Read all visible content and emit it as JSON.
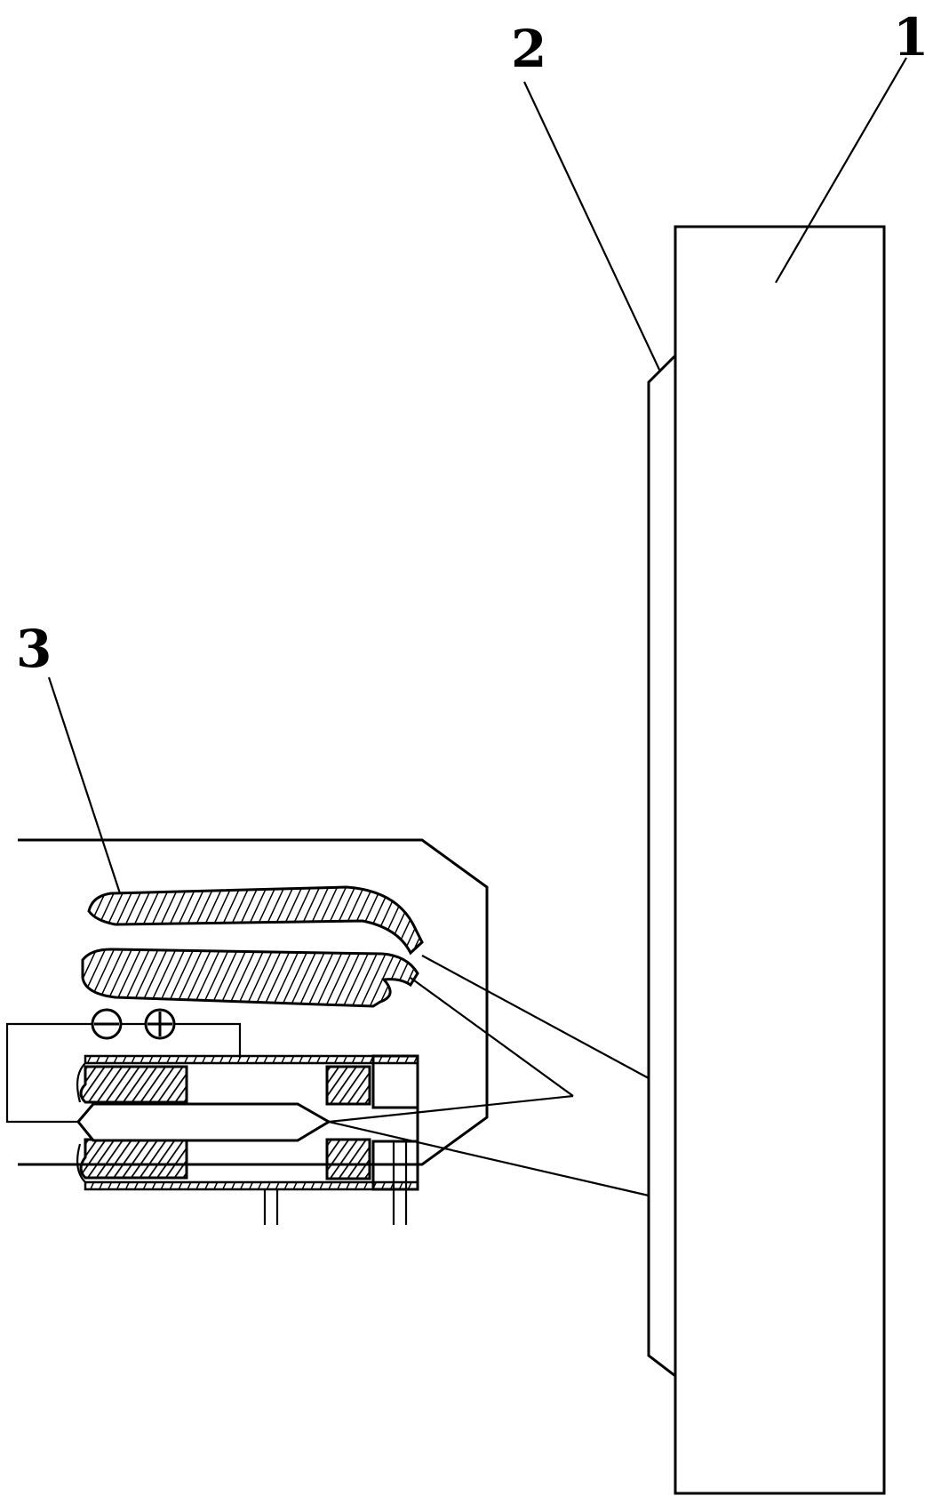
{
  "figure": {
    "labels": {
      "label_1": "1",
      "label_2": "2",
      "label_3": "3"
    },
    "power_symbols": {
      "minus": "⊖",
      "plus": "⊕"
    },
    "colors": {
      "line": "#000000",
      "background": "#ffffff",
      "hatch": "#000000"
    }
  }
}
